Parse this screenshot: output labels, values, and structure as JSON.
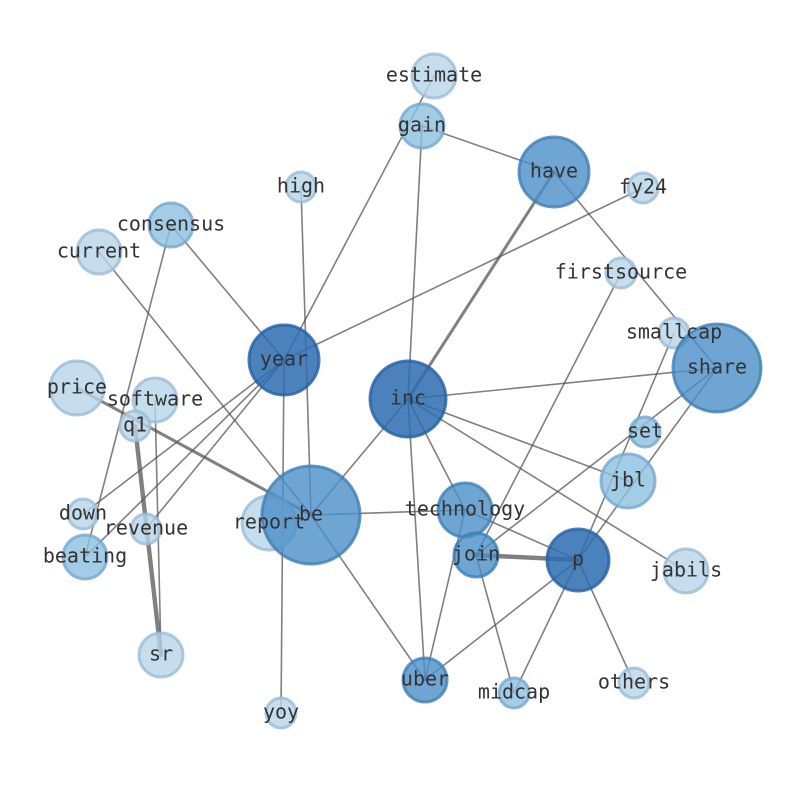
{
  "palette": {
    "dark": "#2b6cb0",
    "mid": "#4a8fc7",
    "light": "#8cbfe0",
    "pale": "#b7d4e9"
  },
  "nodes": [
    {
      "id": "estimate",
      "label": "estimate",
      "tone": "pale"
    },
    {
      "id": "gain",
      "label": "gain",
      "tone": "light"
    },
    {
      "id": "have",
      "label": "have",
      "tone": "mid"
    },
    {
      "id": "fy24",
      "label": "fy24",
      "tone": "pale"
    },
    {
      "id": "high",
      "label": "high",
      "tone": "pale"
    },
    {
      "id": "consensus",
      "label": "consensus",
      "tone": "light"
    },
    {
      "id": "current",
      "label": "current",
      "tone": "pale"
    },
    {
      "id": "firstsource",
      "label": "firstsource",
      "tone": "pale"
    },
    {
      "id": "smallcap",
      "label": "smallcap",
      "tone": "pale"
    },
    {
      "id": "share",
      "label": "share",
      "tone": "mid"
    },
    {
      "id": "year",
      "label": "year",
      "tone": "dark"
    },
    {
      "id": "inc",
      "label": "inc",
      "tone": "dark"
    },
    {
      "id": "price",
      "label": "price",
      "tone": "pale"
    },
    {
      "id": "software",
      "label": "software",
      "tone": "pale"
    },
    {
      "id": "q1",
      "label": "q1",
      "tone": "pale"
    },
    {
      "id": "set",
      "label": "set",
      "tone": "light"
    },
    {
      "id": "jbl",
      "label": "jbl",
      "tone": "light"
    },
    {
      "id": "down",
      "label": "down",
      "tone": "pale"
    },
    {
      "id": "report",
      "label": "report",
      "tone": "pale"
    },
    {
      "id": "be",
      "label": "be",
      "tone": "mid"
    },
    {
      "id": "technology",
      "label": "technology",
      "tone": "mid"
    },
    {
      "id": "revenue",
      "label": "revenue",
      "tone": "pale"
    },
    {
      "id": "join",
      "label": "join",
      "tone": "mid"
    },
    {
      "id": "p",
      "label": "p",
      "tone": "dark"
    },
    {
      "id": "beating",
      "label": "beating",
      "tone": "light"
    },
    {
      "id": "jabils",
      "label": "jabils",
      "tone": "pale"
    },
    {
      "id": "sr",
      "label": "sr",
      "tone": "pale"
    },
    {
      "id": "uber",
      "label": "uber",
      "tone": "mid"
    },
    {
      "id": "midcap",
      "label": "midcap",
      "tone": "light"
    },
    {
      "id": "others",
      "label": "others",
      "tone": "pale"
    },
    {
      "id": "yoy",
      "label": "yoy",
      "tone": "pale"
    }
  ],
  "edges": [
    {
      "source": "estimate",
      "target": "year",
      "weight": 1
    },
    {
      "source": "gain",
      "target": "inc",
      "weight": 1
    },
    {
      "source": "gain",
      "target": "have",
      "weight": 1
    },
    {
      "source": "have",
      "target": "inc",
      "weight": 2
    },
    {
      "source": "have",
      "target": "share",
      "weight": 1
    },
    {
      "source": "fy24",
      "target": "year",
      "weight": 1
    },
    {
      "source": "high",
      "target": "be",
      "weight": 1
    },
    {
      "source": "consensus",
      "target": "year",
      "weight": 1
    },
    {
      "source": "consensus",
      "target": "beating",
      "weight": 1
    },
    {
      "source": "current",
      "target": "be",
      "weight": 1
    },
    {
      "source": "firstsource",
      "target": "join",
      "weight": 1
    },
    {
      "source": "smallcap",
      "target": "p",
      "weight": 1
    },
    {
      "source": "share",
      "target": "inc",
      "weight": 1
    },
    {
      "source": "share",
      "target": "p",
      "weight": 1
    },
    {
      "source": "share",
      "target": "join",
      "weight": 1
    },
    {
      "source": "year",
      "target": "yoy",
      "weight": 1
    },
    {
      "source": "year",
      "target": "down",
      "weight": 1
    },
    {
      "source": "year",
      "target": "revenue",
      "weight": 1
    },
    {
      "source": "year",
      "target": "beating",
      "weight": 1
    },
    {
      "source": "inc",
      "target": "be",
      "weight": 1
    },
    {
      "source": "inc",
      "target": "technology",
      "weight": 1
    },
    {
      "source": "inc",
      "target": "jbl",
      "weight": 1
    },
    {
      "source": "inc",
      "target": "jabils",
      "weight": 1
    },
    {
      "source": "inc",
      "target": "uber",
      "weight": 1
    },
    {
      "source": "price",
      "target": "be",
      "weight": 2
    },
    {
      "source": "q1",
      "target": "sr",
      "weight": 3
    },
    {
      "source": "software",
      "target": "sr",
      "weight": 1
    },
    {
      "source": "be",
      "target": "technology",
      "weight": 1
    },
    {
      "source": "be",
      "target": "uber",
      "weight": 1
    },
    {
      "source": "technology",
      "target": "p",
      "weight": 1
    },
    {
      "source": "technology",
      "target": "uber",
      "weight": 1
    },
    {
      "source": "join",
      "target": "p",
      "weight": 3
    },
    {
      "source": "join",
      "target": "midcap",
      "weight": 1
    },
    {
      "source": "p",
      "target": "uber",
      "weight": 1
    },
    {
      "source": "p",
      "target": "midcap",
      "weight": 1
    },
    {
      "source": "p",
      "target": "others",
      "weight": 1
    }
  ]
}
